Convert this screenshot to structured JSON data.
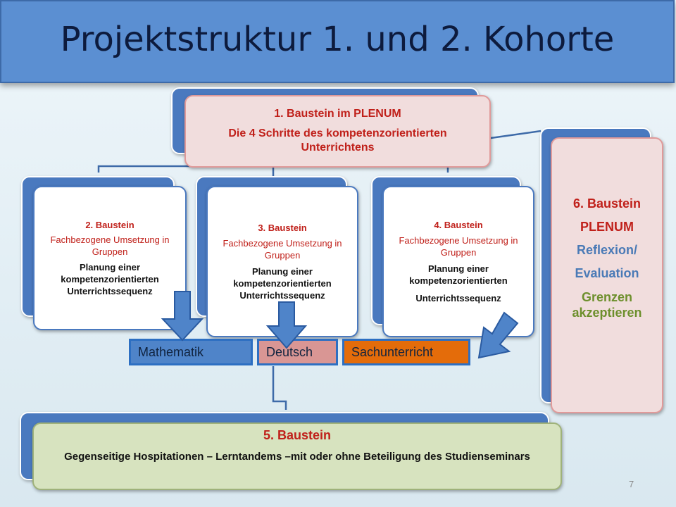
{
  "title": "Projektstruktur 1. und 2. Kohorte",
  "baustein1": {
    "heading": "1. Baustein  im  PLENUM",
    "text": "Die 4 Schritte des kompetenzorientierten Unterrichtens"
  },
  "baustein2": {
    "heading": "2. Baustein",
    "sub": "Fachbezogene Umsetzung in Gruppen",
    "text": "Planung einer kompetenzorientierten Unterrichtssequenz"
  },
  "baustein3": {
    "heading": "3. Baustein",
    "sub": "Fachbezogene Umsetzung in Gruppen",
    "text": "Planung einer kompetenzorientierten Unterrichtssequenz"
  },
  "baustein4": {
    "heading": "4. Baustein",
    "sub": "Fachbezogene Umsetzung in Gruppen",
    "text1": "Planung einer kompetenzorientierten",
    "text2": "Unterrichtssequenz"
  },
  "baustein5": {
    "heading": "5. Baustein",
    "text": "Gegenseitige Hospitationen – Lerntandems –mit oder ohne Beteiligung des Studienseminars"
  },
  "baustein6": {
    "heading": "6. Baustein",
    "plenum": "PLENUM",
    "reflexion": "Reflexion/",
    "evaluation": "Evaluation",
    "grenzen": "Grenzen akzeptieren"
  },
  "subjects": {
    "math": "Mathematik",
    "deutsch": "Deutsch",
    "sach": "Sachunterricht"
  },
  "colors": {
    "math": "#4f84c9",
    "deutsch": "#d99694",
    "sach": "#e46c0a",
    "arrow": "#4f84c9"
  },
  "page_number": "7"
}
